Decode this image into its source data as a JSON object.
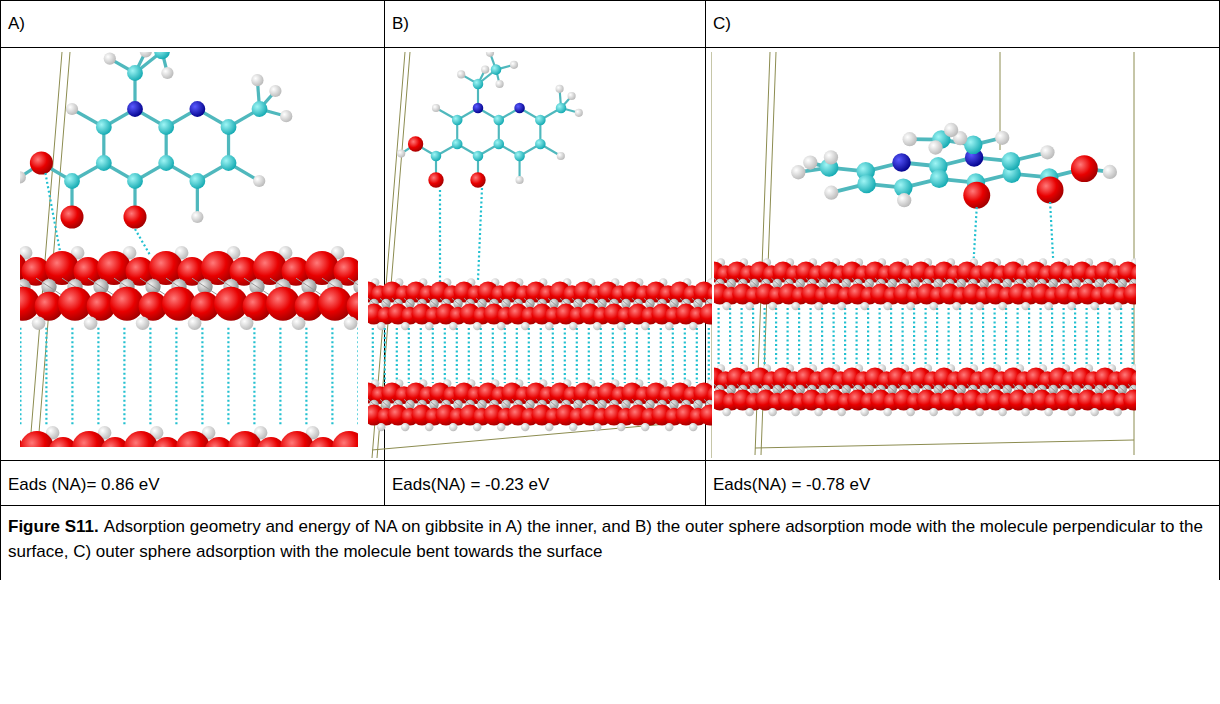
{
  "diagram": {
    "nodes": [
      {
        "text": [
          "A)"
        ]
      },
      {
        "text": [
          "B)"
        ]
      },
      {
        "text": [
          "C)"
        ]
      },
      {
        "text": [
          "Eads (NA)= 0.86 eV"
        ]
      },
      {
        "text": [
          "Eads(NA) = -0.23 eV"
        ]
      },
      {
        "text": [
          "Eads(NA) = -0.78 eV"
        ]
      },
      {
        "text": [
          "Figure S11.",
          "Adsorption geometry and energy of NA on gibbsite in A) the inner, and B) the outer sphere adsorption mode with the molecule perpendicular to the surface, C) outer sphere adsorption with the molecule bent towards the surface"
        ]
      }
    ]
  }
}
